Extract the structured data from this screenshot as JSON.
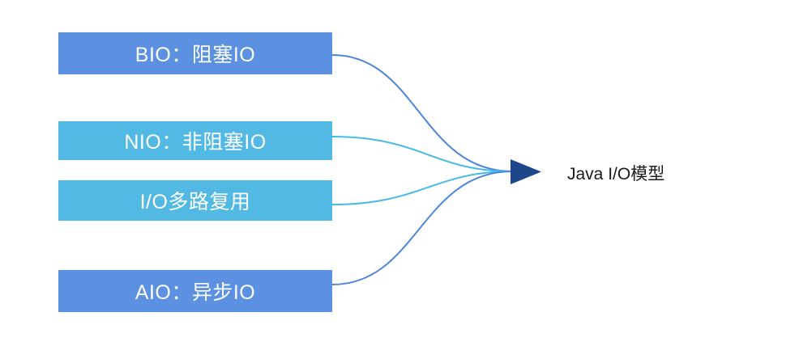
{
  "diagram": {
    "nodes": [
      {
        "id": "bio",
        "label": "BIO：阻塞IO",
        "box_color": "#5B91E0",
        "line_color": "#4C86DC"
      },
      {
        "id": "nio",
        "label": "NIO：非阻塞IO",
        "box_color": "#52B8E4",
        "line_color": "#47BAE6"
      },
      {
        "id": "multiplex",
        "label": "I/O多路复用",
        "box_color": "#52B8E4",
        "line_color": "#47BAE6"
      },
      {
        "id": "aio",
        "label": "AIO：异步IO",
        "box_color": "#5B91E0",
        "line_color": "#4C86DC"
      }
    ],
    "target": {
      "label": "Java I/O模型",
      "text_color": "#1A1A1A"
    },
    "arrow_color": "#1E478A",
    "background_color": "#FFFFFF"
  }
}
